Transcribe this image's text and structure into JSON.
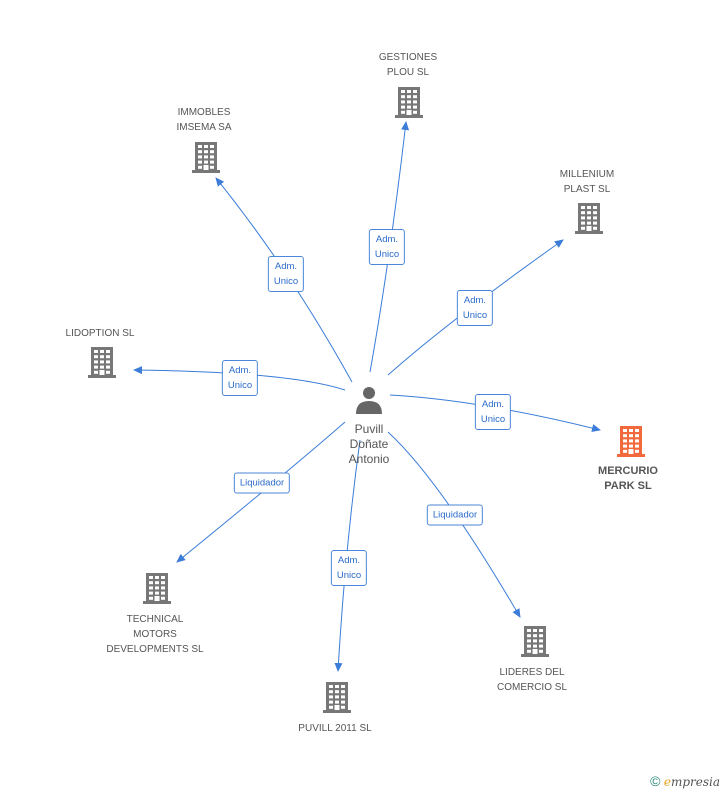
{
  "center": {
    "label": "Puvill\nDoñate\nAntonio",
    "icon": "person-icon"
  },
  "companies": [
    {
      "id": "gestiones",
      "label": "GESTIONES\nPLOU SL",
      "highlight": false
    },
    {
      "id": "immobles",
      "label": "IMMOBLES\nIMSEMA SA",
      "highlight": false
    },
    {
      "id": "millenium",
      "label": "MILLENIUM\nPLAST SL",
      "highlight": false
    },
    {
      "id": "lidoption",
      "label": "LIDOPTION SL",
      "highlight": false
    },
    {
      "id": "mercurio",
      "label": "MERCURIO\nPARK SL",
      "highlight": true
    },
    {
      "id": "technical",
      "label": "TECHNICAL\nMOTORS\nDEVELOPMENTS SL",
      "highlight": false
    },
    {
      "id": "lideres",
      "label": "LIDERES DEL\nCOMERCIO  SL",
      "highlight": false
    },
    {
      "id": "puvill2011",
      "label": "PUVILL 2011  SL",
      "highlight": false
    }
  ],
  "edges": [
    {
      "to": "gestiones",
      "label": "Adm.\nUnico"
    },
    {
      "to": "immobles",
      "label": "Adm.\nUnico"
    },
    {
      "to": "millenium",
      "label": "Adm.\nUnico"
    },
    {
      "to": "lidoption",
      "label": "Adm.\nUnico"
    },
    {
      "to": "mercurio",
      "label": "Adm.\nUnico"
    },
    {
      "to": "technical",
      "label": "Liquidador"
    },
    {
      "to": "lideres",
      "label": "Liquidador"
    },
    {
      "to": "puvill2011",
      "label": "Adm.\nUnico"
    }
  ],
  "colors": {
    "edge": "#3b7dd8",
    "building": "#777777",
    "building_highlight": "#f26a3c",
    "person": "#666666"
  },
  "footer": {
    "copyright_symbol": "©",
    "brand_first": "e",
    "brand_rest": "mpresia"
  }
}
